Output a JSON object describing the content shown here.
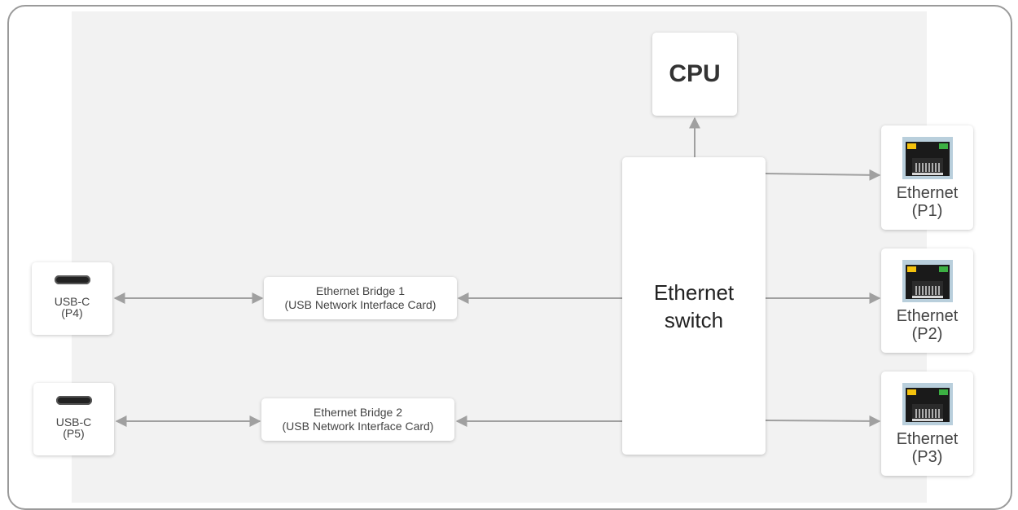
{
  "cpu": {
    "label": "CPU"
  },
  "switch": {
    "line1": "Ethernet",
    "line2": "switch"
  },
  "ports": [
    {
      "line1": "Ethernet",
      "line2": "(P1)"
    },
    {
      "line1": "Ethernet",
      "line2": "(P2)"
    },
    {
      "line1": "Ethernet",
      "line2": "(P3)"
    }
  ],
  "bridges": [
    {
      "line1": "Ethernet Bridge 1",
      "line2": "(USB Network Interface Card)"
    },
    {
      "line1": "Ethernet Bridge 2",
      "line2": "(USB Network Interface Card)"
    }
  ],
  "usb": [
    {
      "line1": "USB-C",
      "line2": "(P4)"
    },
    {
      "line1": "USB-C",
      "line2": "(P5)"
    }
  ],
  "icons": {
    "ethernet": "rj45-port-icon",
    "usb": "usb-c-port-icon"
  },
  "colors": {
    "connector": "#a0a0a0",
    "panel": "#f2f2f2",
    "frame": "#9a9a9a",
    "led_left": "#f4c20d",
    "led_right": "#3cb043"
  }
}
